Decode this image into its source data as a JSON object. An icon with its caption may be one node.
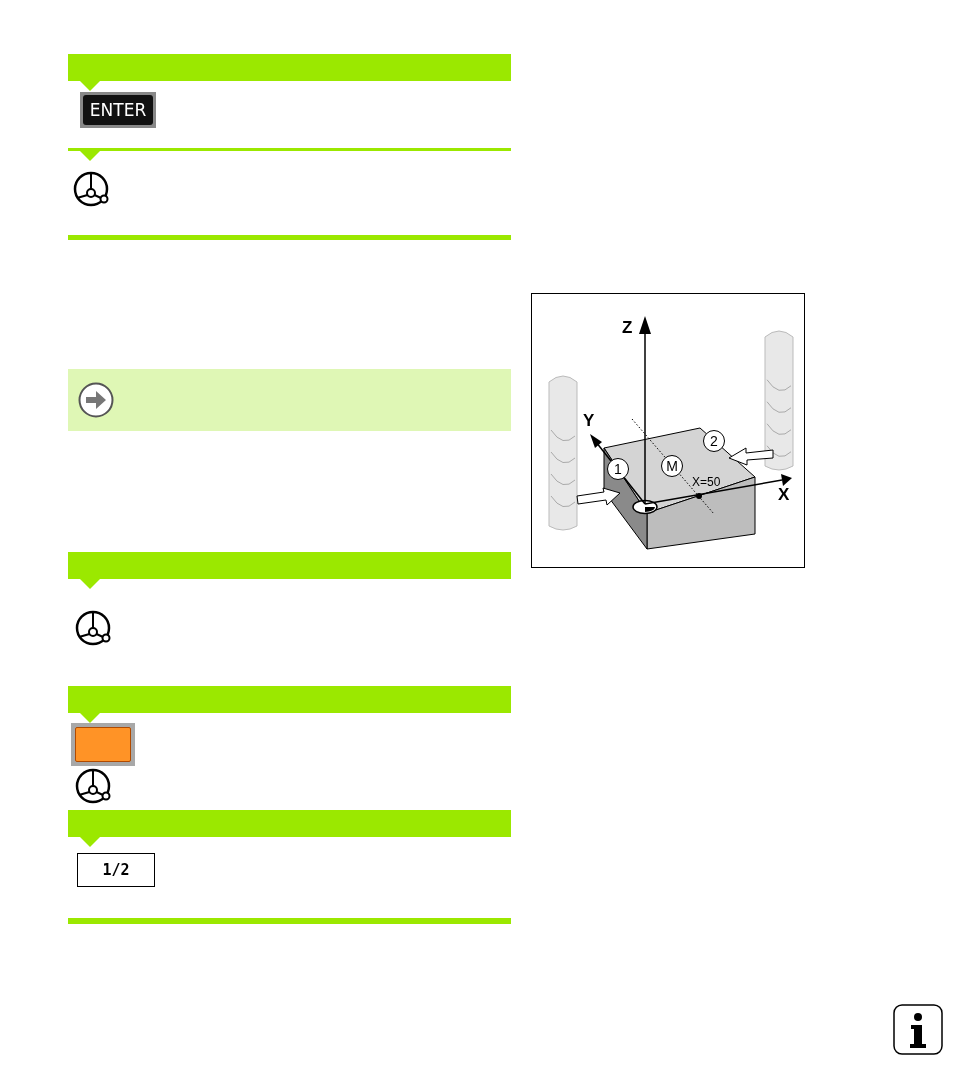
{
  "diagram": {
    "nodes": [
      {
        "text": [
          "ENTER"
        ]
      },
      {
        "text": [],
        "shape": "box"
      },
      {
        "text": [
          "1/2"
        ]
      },
      {
        "text": [
          "1"
        ]
      },
      {
        "text": [
          "M"
        ]
      },
      {
        "text": [
          "2"
        ]
      }
    ],
    "edges": [],
    "labels": [
      "Z",
      "Y",
      "X=50",
      "X"
    ]
  }
}
